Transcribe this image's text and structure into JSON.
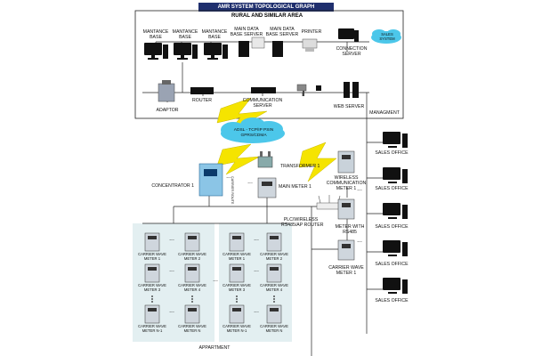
{
  "header": {
    "title": "AMR SYSTEM TOPOLOGICAL GRAPH",
    "subtitle": "RURAL AND SIMILAR AREA"
  },
  "top_servers": [
    {
      "label": "MANTANCE\nBASE"
    },
    {
      "label": "MANTANCE\nBASE"
    },
    {
      "label": "MANTANCE\nBASE"
    },
    {
      "label": "MAIN DATA\nBASE SERVER"
    },
    {
      "label": "MAIN DATA\nBASE SERVER"
    },
    {
      "label": "PRINTER"
    },
    {
      "label": "CONNECTION\nSERVER"
    }
  ],
  "sales_cloud": "SALES\nSYSTEM",
  "adaptor": "ADAPTOR",
  "router": "ROUTER",
  "communication_server": "COMMUNICATION\nSERVER",
  "web_server": "WEB SERVER",
  "management": "MANAGMENT",
  "network_cloud": "ADSL - TCP/IP PSIN\nGPRS/CDMA",
  "concentrator": "CONCENTRATOR 1",
  "carrier_route": "CARRIER ROUTE",
  "transformer": "TRANSFORMER 1",
  "main_meter": "MAIN METER 1",
  "wireless_meter": "WIRELESS\nCOMMUNICATION\nMETER 1",
  "plc_router": "PLC/WIRELESS\nRS485/AP ROUTER",
  "meter_rs485": "METER WITH\nRS485",
  "carrier_wave_meter_1": "CARRIER WAVE\nMETER 1",
  "sales_offices": [
    "SALES OFFICE",
    "SALES OFFICE",
    "SALES OFFICE",
    "SALES OFFICE",
    "SALES OFFICE"
  ],
  "apartment": "APPARTMENT",
  "ellipsis": "...",
  "panel_meters": [
    [
      "CARRIER WAVE\nMETER 1",
      "CARRIER WAVE\nMETER 2",
      "CARRIER WAVE\nMETER 3",
      "CARRIER WAVE\nMETER 4",
      "CARRIER WAVE\nMETER N-1",
      "CARRIER WAVE\nMETER N"
    ],
    [
      "CARRIER WAVE\nMETER 1",
      "CARRIER WAVE\nMETER 2",
      "CARRIER WAVE\nMETER 3",
      "CARRIER WAVE\nMETER 4",
      "CARRIER WAVE\nMETER N-1",
      "CARRIER WAVE\nMETER N"
    ]
  ],
  "colors": {
    "title_bg": "#1f2f6e",
    "panel_bg": "#e3eff1",
    "bolt": "#f5e400",
    "cloud": "#4cc7ea",
    "device_dark": "#1a1a1a"
  }
}
